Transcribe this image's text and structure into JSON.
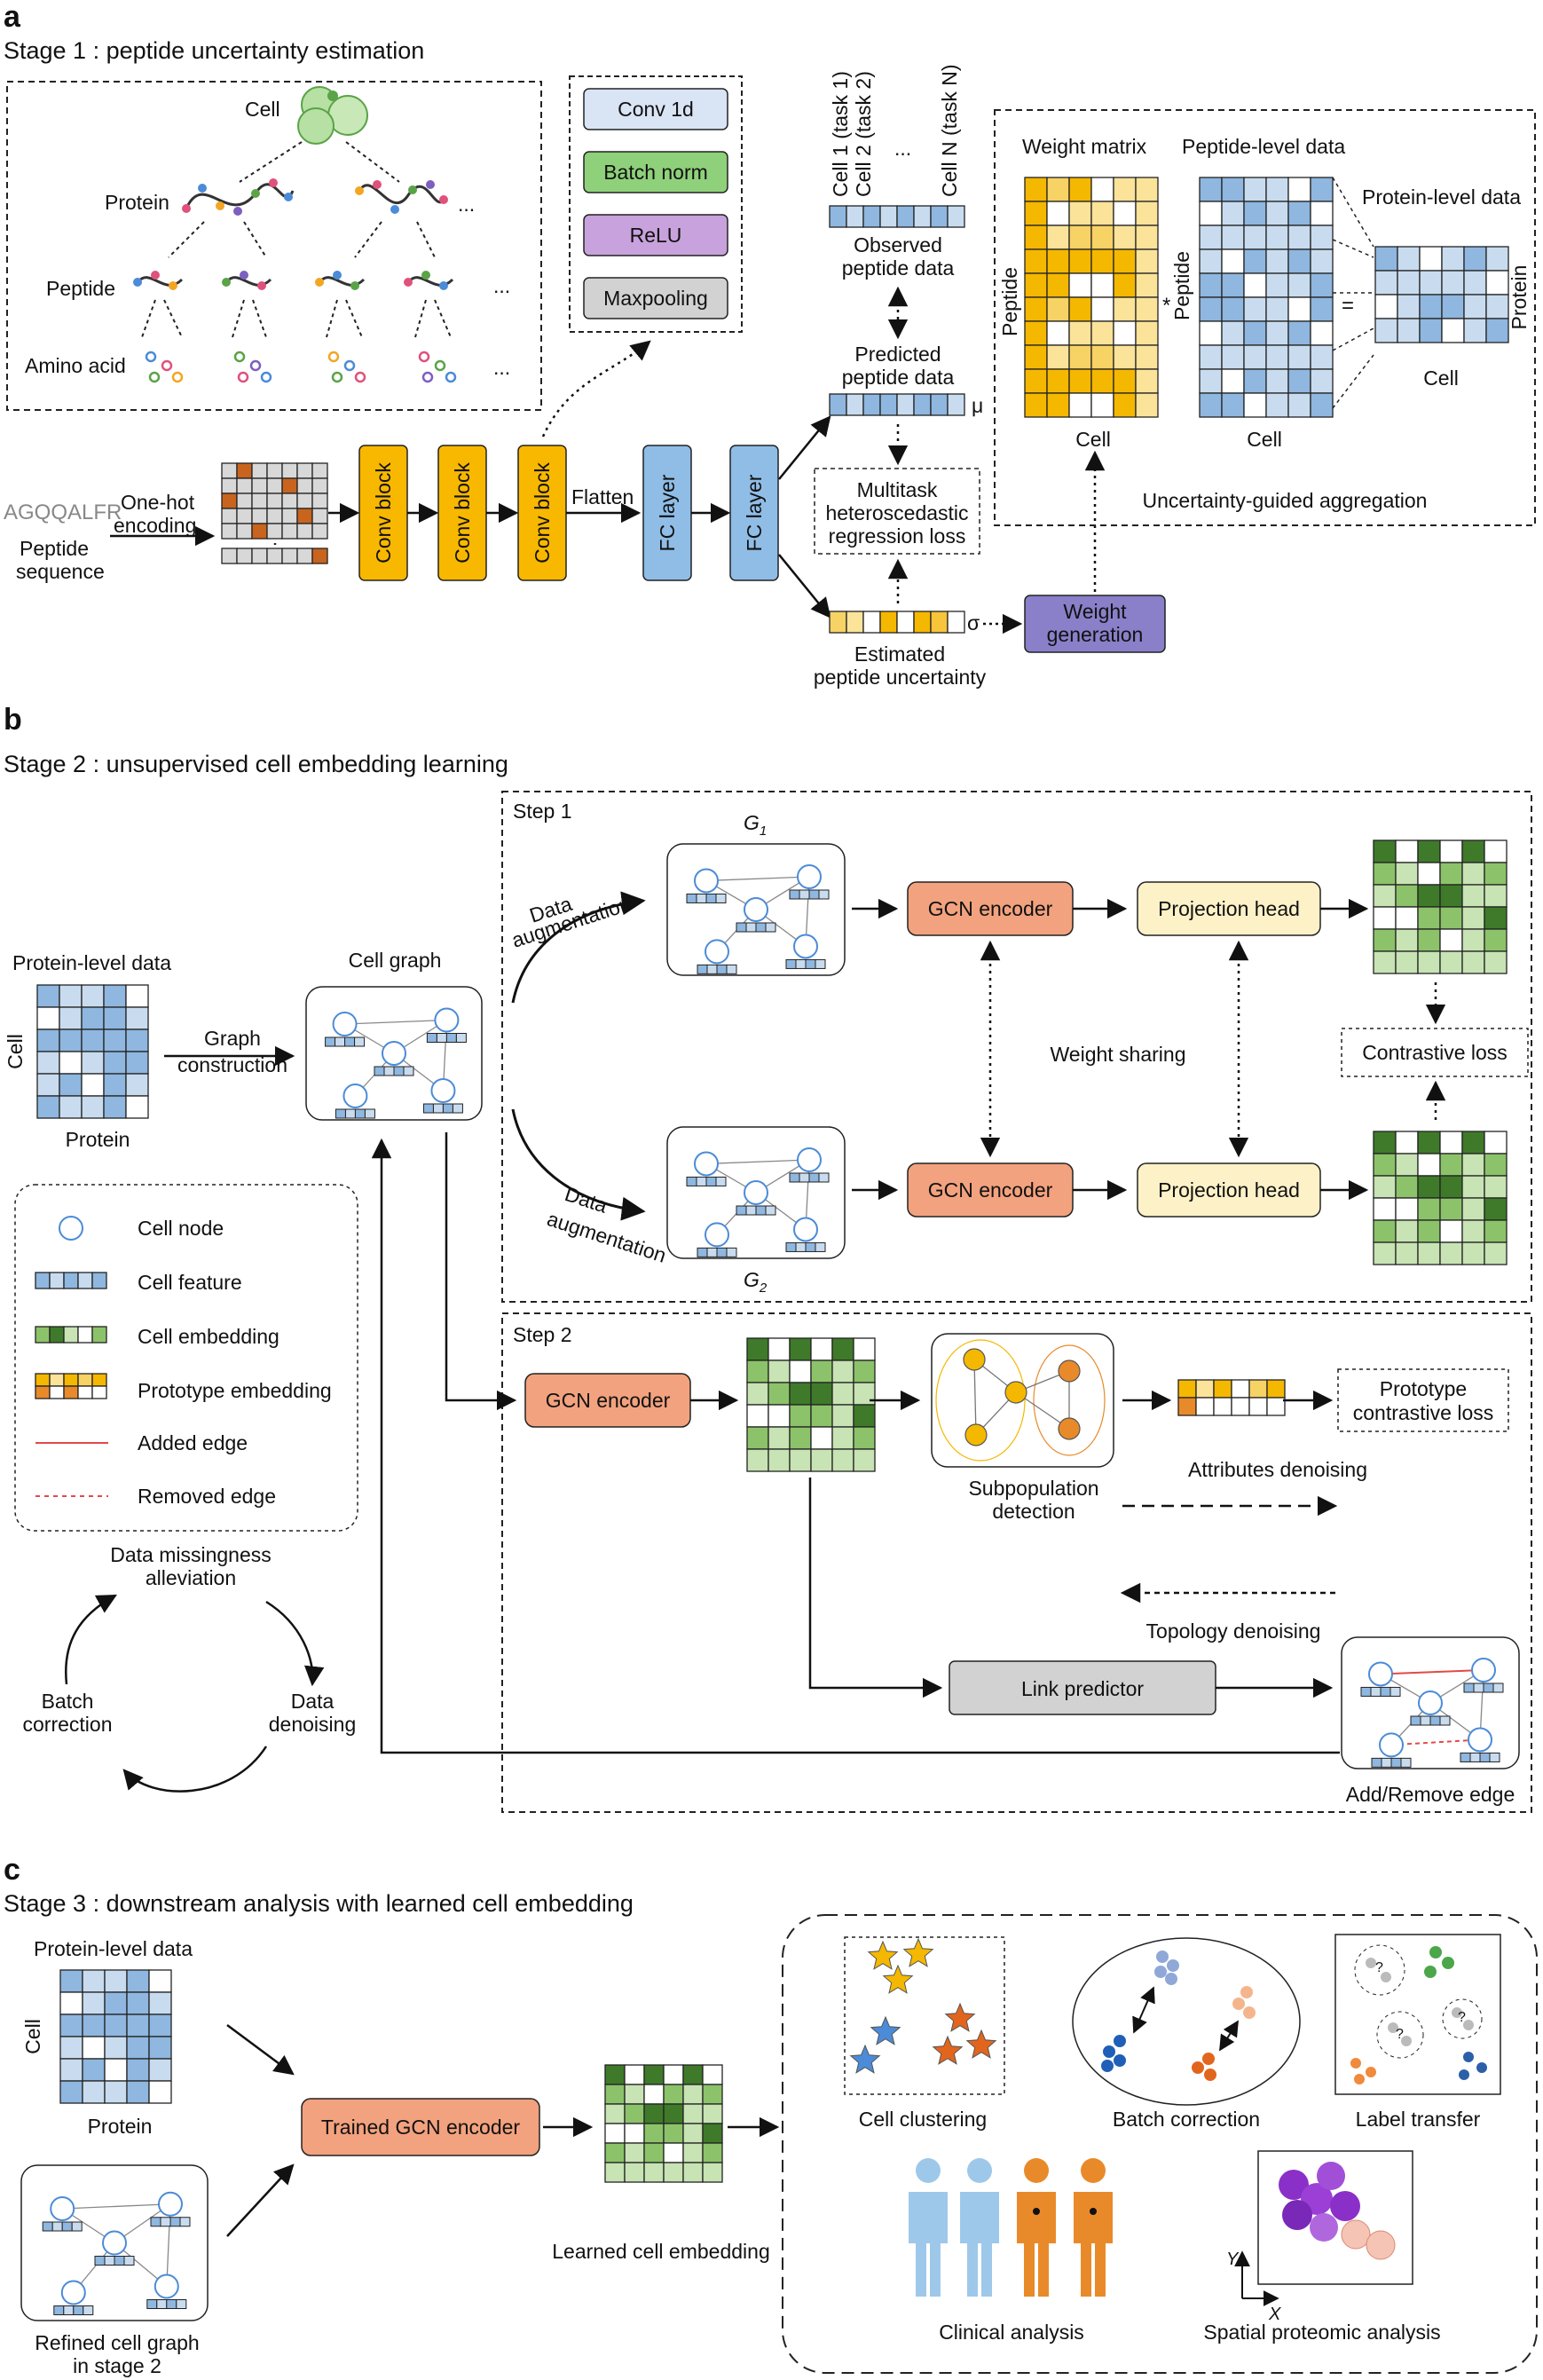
{
  "panel_a": {
    "letter": "a",
    "title": "Stage 1 : peptide uncertainty estimation",
    "hierarchy": {
      "cell": "Cell",
      "protein": "Protein",
      "peptide": "Peptide",
      "amino_acid": "Amino acid",
      "ellipsis": "..."
    },
    "layer_legend": [
      "Conv 1d",
      "Batch norm",
      "ReLU",
      "Maxpooling"
    ],
    "sequence": "AGQQALFR",
    "sequence_label_1": "Peptide",
    "sequence_label_2": "sequence",
    "onehot_1": "One-hot",
    "onehot_2": "encoding",
    "conv_block": "Conv block",
    "flatten": "Flatten",
    "fc_layer": "FC layer",
    "tasks": [
      "Cell 1 (task 1)",
      "Cell 2 (task 2)",
      "...",
      "Cell N (task N)"
    ],
    "observed_1": "Observed",
    "observed_2": "peptide data",
    "predicted_1": "Predicted",
    "predicted_2": "peptide data",
    "mu": "μ",
    "sigma": "σ",
    "loss_1": "Multitask",
    "loss_2": "heteroscedastic",
    "loss_3": "regression loss",
    "estimated_1": "Estimated",
    "estimated_2": "peptide uncertainty",
    "weight_gen_1": "Weight",
    "weight_gen_2": "generation",
    "weight_matrix": "Weight matrix",
    "peptide_level": "Peptide-level data",
    "protein_level": "Protein-level data",
    "axis_peptide": "Peptide",
    "axis_cell": "Cell",
    "axis_protein": "Protein",
    "mult": "*",
    "eq": "=",
    "aggregation": "Uncertainty-guided aggregation"
  },
  "panel_b": {
    "letter": "b",
    "title": "Stage 2 : unsupervised cell embedding learning",
    "protein_level": "Protein-level data",
    "axis_cell": "Cell",
    "axis_protein": "Protein",
    "graph_1": "Graph",
    "graph_2": "construction",
    "cell_graph": "Cell graph",
    "step1": "Step 1",
    "step2": "Step 2",
    "aug_1": "Data",
    "aug_2": "augmentation",
    "g1": "G",
    "g1_sub": "1",
    "g2": "G",
    "g2_sub": "2",
    "gcn": "GCN encoder",
    "proj": "Projection head",
    "weight_sharing": "Weight sharing",
    "contrastive": "Contrastive loss",
    "legend": [
      "Cell node",
      "Cell feature",
      "Cell embedding",
      "Prototype embedding",
      "Added edge",
      "Removed edge"
    ],
    "subpop_1": "Subpopulation",
    "subpop_2": "detection",
    "proto_1": "Prototype",
    "proto_2": "contrastive loss",
    "attr_denoise": "Attributes denoising",
    "topo_denoise": "Topology denoising",
    "link_pred": "Link predictor",
    "add_remove": "Add/Remove edge",
    "cycle": [
      "Data missingness",
      "alleviation",
      "Data",
      "denoising",
      "Batch",
      "correction"
    ]
  },
  "panel_c": {
    "letter": "c",
    "title": "Stage 3 : downstream analysis with learned cell embedding",
    "protein_level": "Protein-level data",
    "axis_cell": "Cell",
    "axis_protein": "Protein",
    "trained": "Trained GCN encoder",
    "learned": "Learned cell embedding",
    "refined_1": "Refined cell graph",
    "refined_2": "in stage 2",
    "tasks": [
      "Cell clustering",
      "Batch correction",
      "Label transfer",
      "Clinical analysis",
      "Spatial proteomic analysis"
    ],
    "axis_x": "X",
    "axis_y": "Y",
    "question": "?"
  },
  "colors": {
    "blue_light": "#c9dcef",
    "blue_mid": "#8fb7df",
    "yellow_dark": "#f5b800",
    "yellow_light": "#fbe39a",
    "green_dark": "#3f7a2a",
    "green_mid": "#8cc36a",
    "green_light": "#c8e3b4",
    "orange": "#e98a2a",
    "salmon": "#f2a27e",
    "fc_blue": "#8fbde6",
    "purple": "#8a7fc9"
  }
}
